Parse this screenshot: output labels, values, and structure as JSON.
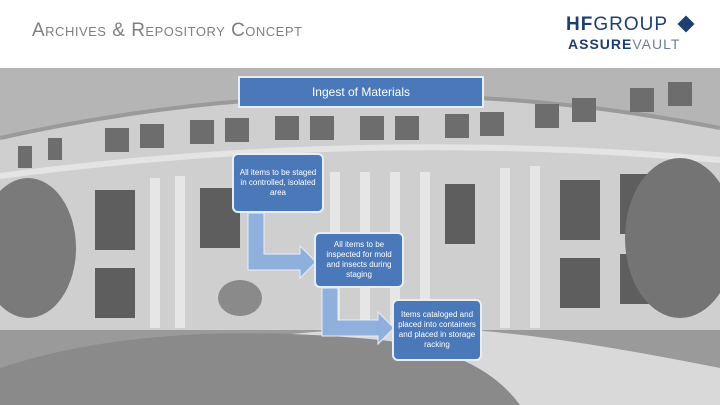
{
  "header": {
    "title": "Archives & Repository Concept",
    "logo_line1_a": "HF",
    "logo_line1_b": "GROUP",
    "logo_line2_a": "ASSURE",
    "logo_line2_b": "VAULT"
  },
  "diagram": {
    "heading": "Ingest of Materials",
    "steps": [
      "All items to be staged in controlled, isolated area",
      "All items to be inspected for mold and insects during staging",
      "Items cataloged and placed into containers and placed in storage racking"
    ]
  },
  "colors": {
    "box_fill": "#4a78b8",
    "arrow_fill": "#8fb0dc",
    "title_gray": "#7f7f7f",
    "logo_navy": "#1f3f6e"
  }
}
